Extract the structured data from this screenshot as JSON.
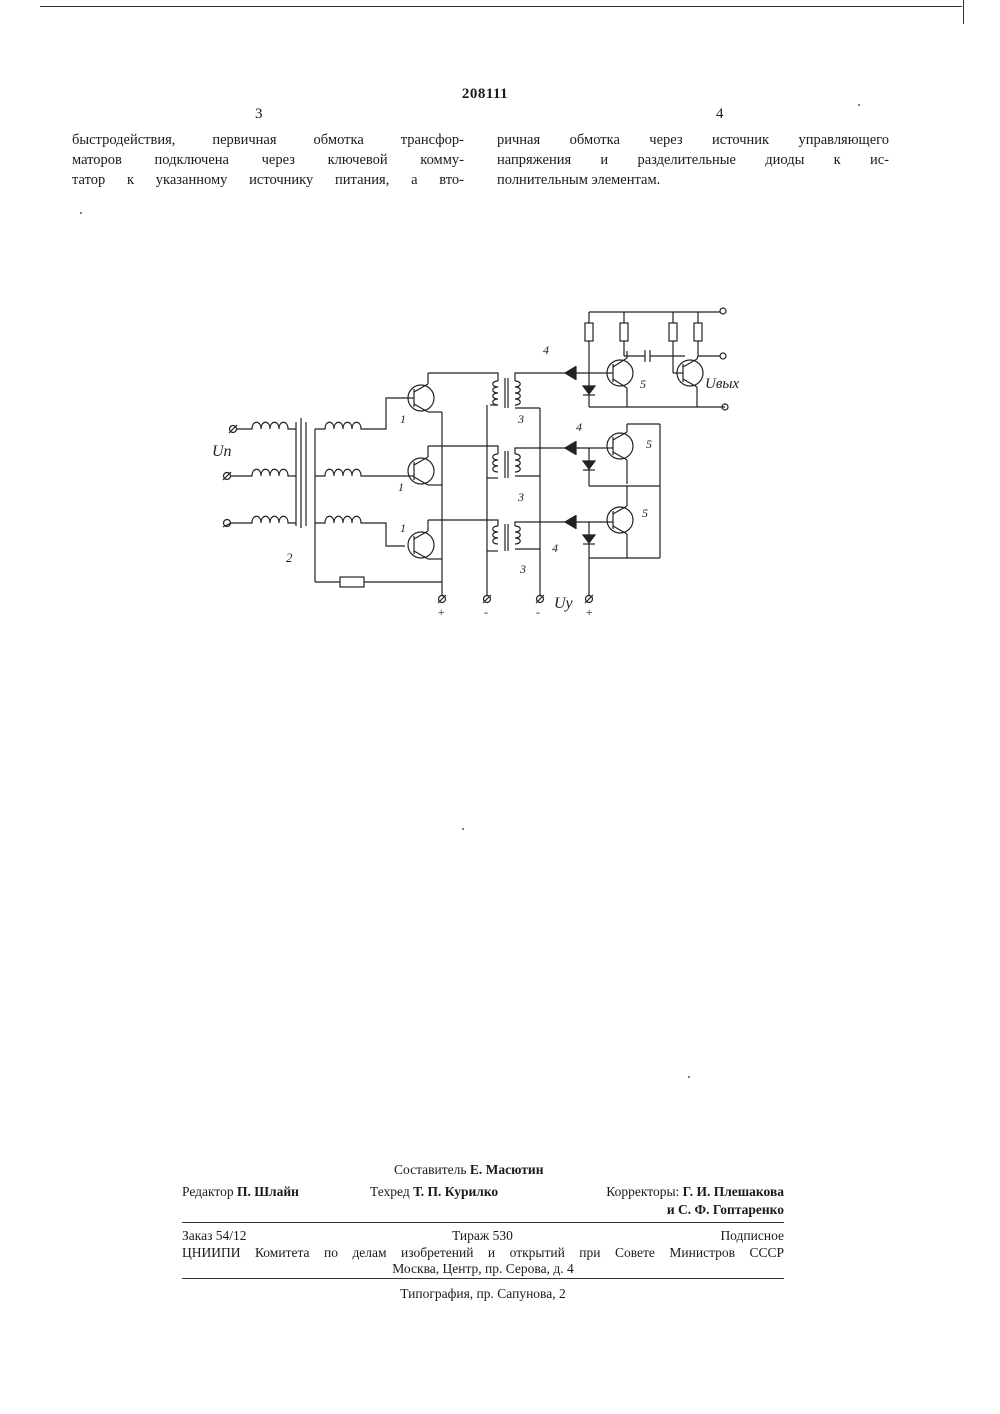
{
  "header": {
    "patent_number": "208111",
    "column_left_number": "3",
    "column_right_number": "4"
  },
  "body": {
    "left_lines": [
      "быстродействия, первичная обмотка трансфор-",
      "маторов подключена через ключевой комму-",
      "татор к указанному источнику питания, а вто-"
    ],
    "right_lines": [
      "ричная обмотка через источник управляющего",
      "напряжения и разделительные диоды к ис-",
      "полнительным элементам."
    ]
  },
  "figure": {
    "label_vp": "Un",
    "label_vy": "Uy",
    "label_vout": "Uвых",
    "ref_1": "1",
    "ref_2": "2",
    "ref_3": "3",
    "ref_4": "4",
    "ref_5": "5",
    "plus": "+",
    "minus": "-"
  },
  "footer": {
    "compiler_label": "Составитель",
    "compiler_name": "Е. Масютин",
    "editor_label": "Редактор",
    "editor_name": "П. Шлайн",
    "techred_label": "Техред",
    "techred_name": "Т. П. Курилко",
    "correctors_label": "Корректоры:",
    "corrector_1": "Г. И. Плешакова",
    "corrector_2": "и С. Ф. Гоптаренко",
    "order": "Заказ 54/12",
    "circulation": "Тираж 530",
    "subscription": "Подписное",
    "org": "ЦНИИПИ Комитета по делам изобретений и открытий при Совете Министров СССР",
    "address": "Москва, Центр, пр. Серова, д. 4",
    "printer": "Типография, пр. Сапунова, 2"
  }
}
